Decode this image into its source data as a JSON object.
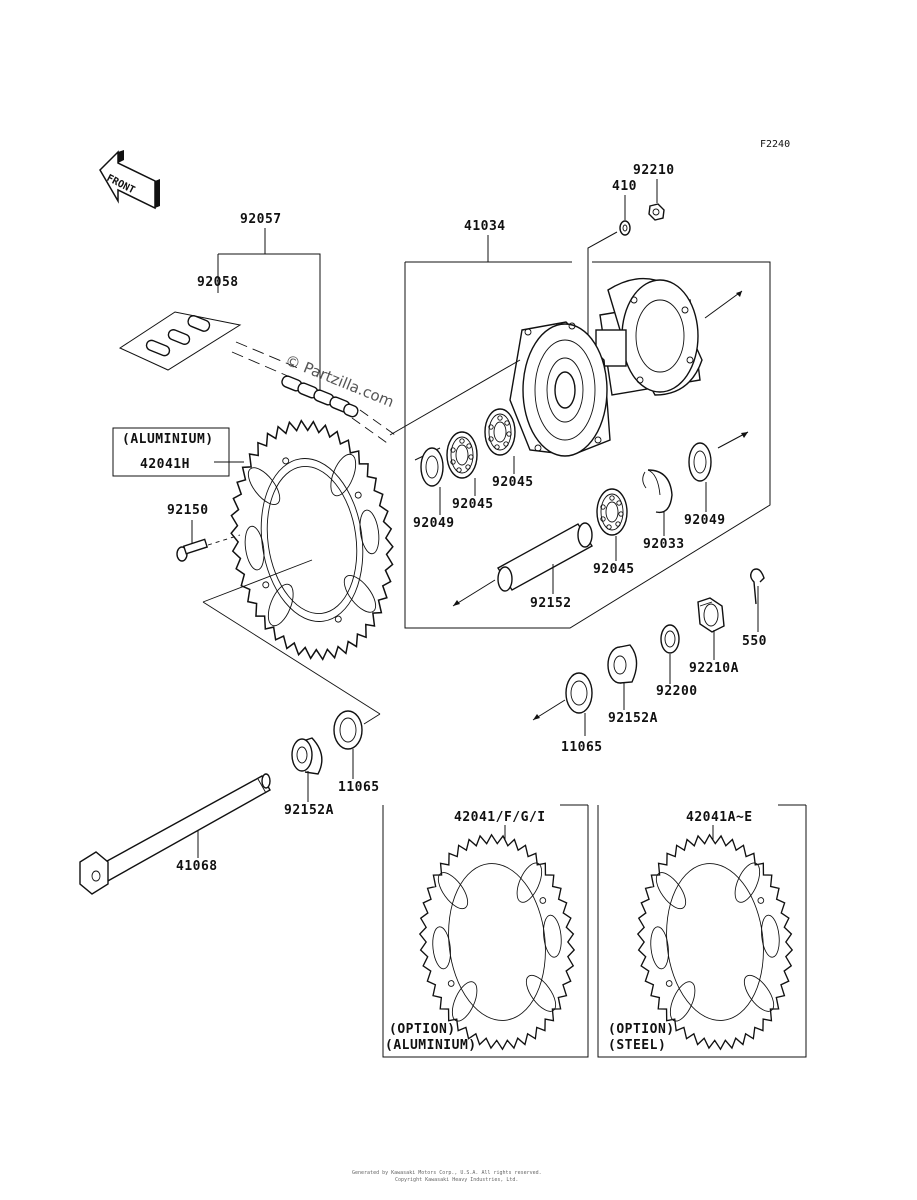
{
  "figure_code": "F2240",
  "front_label": "FRONT",
  "watermark": "© Partzilla.com",
  "footer_line1": "Generated by Kawasaki Motors Corp., U.S.A. All rights reserved.",
  "footer_line2": "Copyright Kawasaki Heavy Industries, Ltd.",
  "labels": {
    "p92057": "92057",
    "p92058": "92058",
    "p41034": "41034",
    "p410": "410",
    "p92210": "92210",
    "aluminium": "(ALUMINIUM)",
    "p42041H": "42041H",
    "p92150": "92150",
    "p92049_left": "92049",
    "p92045_a": "92045",
    "p92045_b": "92045",
    "p92049_right": "92049",
    "p92033": "92033",
    "p92045_c": "92045",
    "p92152": "92152",
    "p550": "550",
    "p92210A": "92210A",
    "p92200": "92200",
    "p92152A_right": "92152A",
    "p11065_right": "11065",
    "p11065_left": "11065",
    "p92152A_left": "92152A",
    "p41068": "41068",
    "p42041FGI": "42041/F/G/I",
    "p42041AE": "42041A~E",
    "opt_alu_1": "(OPTION)",
    "opt_alu_2": "(ALUMINIUM)",
    "opt_steel_1": "(OPTION)",
    "opt_steel_2": "(STEEL)"
  }
}
